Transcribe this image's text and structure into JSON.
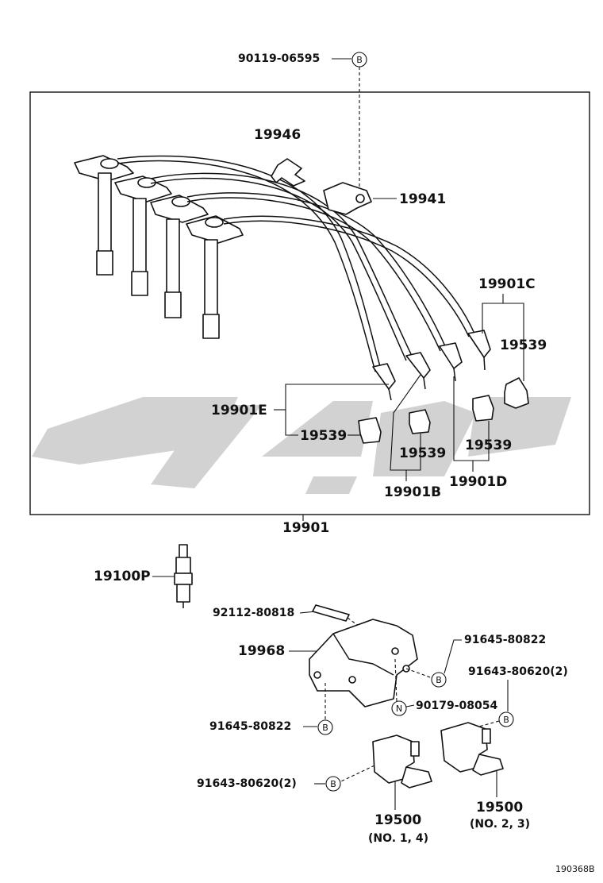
{
  "labels": {
    "p90119": "90119-06595",
    "p19946": "19946",
    "p19941": "19941",
    "p19901C": "19901C",
    "p19539_c": "19539",
    "p19901E": "19901E",
    "p19539_e": "19539",
    "p19539_b": "19539",
    "p19539_d": "19539",
    "p19901B": "19901B",
    "p19901D": "19901D",
    "p19901": "19901",
    "p19100P": "19100P",
    "p92112": "92112-80818",
    "p19968": "19968",
    "p91645_r": "91645-80822",
    "p91643_r": "91643-80620(2)",
    "p90179": "90179-08054",
    "p91645_l": "91645-80822",
    "p91643_l": "91643-80620(2)",
    "p19500_l": "19500",
    "no14": "(NO. 1, 4)",
    "p19500_r": "19500",
    "no23": "(NO. 2, 3)",
    "figure_no": "190368B"
  },
  "callouts": {
    "b": "B",
    "n": "N"
  },
  "colors": {
    "line": "#111111",
    "watermark": "#d2d2d2"
  }
}
